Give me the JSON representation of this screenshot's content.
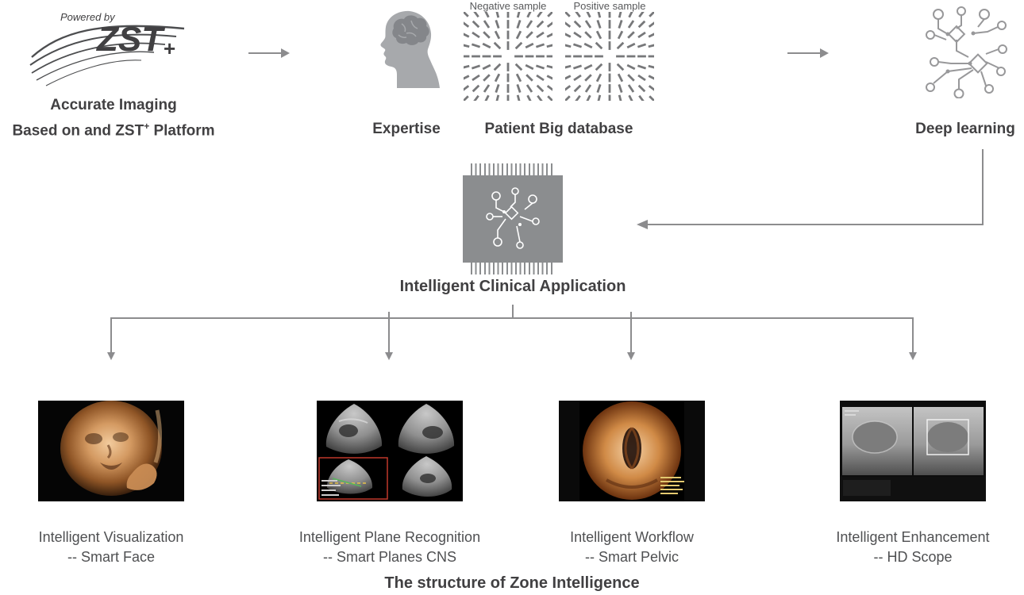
{
  "pipeline": {
    "logo": {
      "powered_by": "Powered by",
      "brand": "ZST",
      "brand_plus": "+",
      "caption_line1": "Accurate Imaging",
      "caption_line2_pre": "Based on and ZST",
      "caption_line2_sup": "+",
      "caption_line2_post": " Platform"
    },
    "expertise_label": "Expertise",
    "database": {
      "negative_label": "Negative sample",
      "positive_label": "Positive sample",
      "caption": "Patient Big database"
    },
    "deep_learning_label": "Deep learning",
    "chip_label": "Intelligent Clinical Application"
  },
  "branches": [
    {
      "title": "Intelligent Visualization",
      "subtitle": "-- Smart Face",
      "image": "fetal-face-3d-ultrasound"
    },
    {
      "title": "Intelligent Plane Recognition",
      "subtitle": "-- Smart Planes CNS",
      "image": "cns-planes-ultrasound"
    },
    {
      "title": "Intelligent Workflow",
      "subtitle": "-- Smart Pelvic",
      "image": "pelvic-3d-ultrasound"
    },
    {
      "title": "Intelligent Enhancement",
      "subtitle": "-- HD Scope",
      "image": "hd-scope-ultrasound"
    }
  ],
  "footer_title": "The structure of Zone Intelligence",
  "colors": {
    "text_dark": "#414042",
    "text_light": "#58595b",
    "arrow": "#8c8c8e",
    "icon_gray": "#a7a9ac"
  }
}
